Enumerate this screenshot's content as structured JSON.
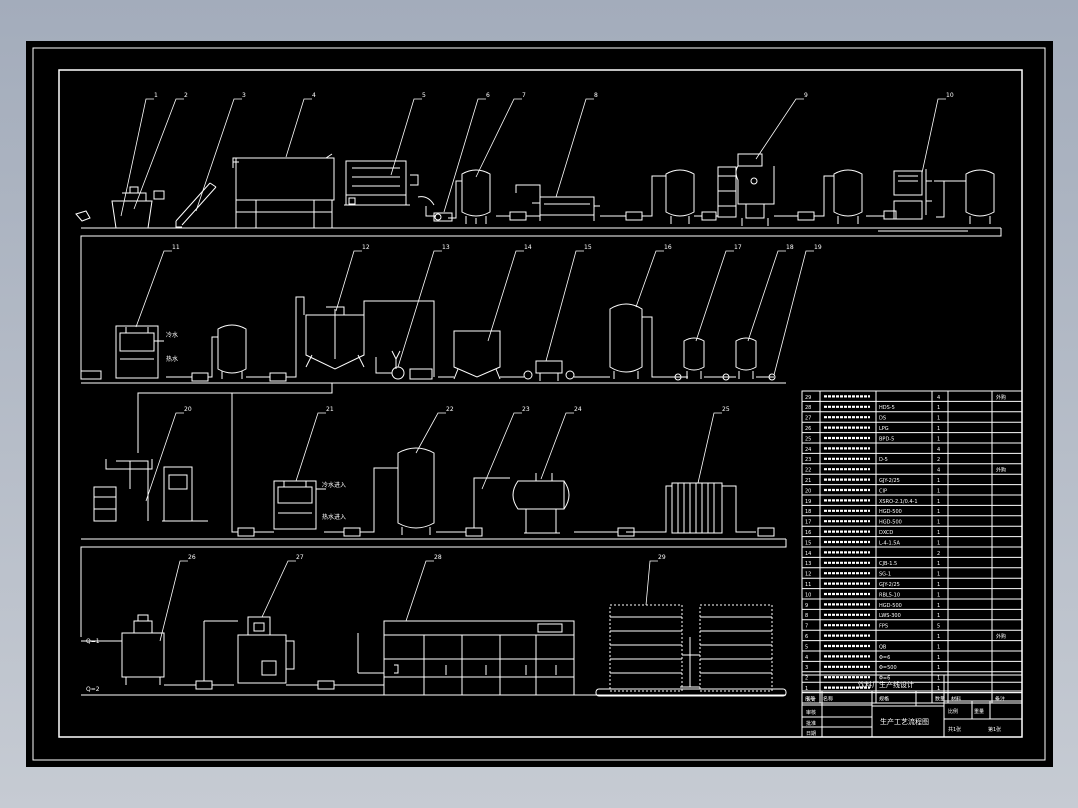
{
  "diagram": {
    "sheet_color": "#000000",
    "line_color": "#ffffff",
    "stage_rows": [
      {
        "row": 1,
        "callouts": [
          "1",
          "2",
          "3",
          "4",
          "5",
          "6",
          "7",
          "8",
          "9",
          "10"
        ]
      },
      {
        "row": 2,
        "callouts": [
          "11",
          "12",
          "13",
          "14",
          "15",
          "16",
          "17",
          "18",
          "19"
        ]
      },
      {
        "row": 3,
        "callouts": [
          "20",
          "21",
          "22",
          "23",
          "24",
          "25"
        ]
      },
      {
        "row": 4,
        "callouts": [
          "26",
          "27",
          "28",
          "29"
        ]
      }
    ],
    "flow_labels": [
      "冷水",
      "热水",
      "冷水进入",
      "热水进入",
      "Q=1",
      "Q=2"
    ]
  },
  "parts_list": {
    "columns": [
      "序号",
      "名称",
      "规格",
      "数量",
      "材料",
      "备注"
    ],
    "rows": [
      {
        "no": "29",
        "qty": "4",
        "note": "外购"
      },
      {
        "no": "28",
        "model": "HDS-5",
        "qty": "1"
      },
      {
        "no": "27",
        "model": "DS",
        "qty": "1"
      },
      {
        "no": "26",
        "model": "LPG",
        "qty": "1"
      },
      {
        "no": "25",
        "model": "BPD-5",
        "qty": "1"
      },
      {
        "no": "24",
        "qty": "4"
      },
      {
        "no": "23",
        "model": "D-5",
        "qty": "2"
      },
      {
        "no": "22",
        "qty": "4",
        "note": "外购"
      },
      {
        "no": "21",
        "model": "GJY-2/25",
        "qty": "1"
      },
      {
        "no": "20",
        "model": "CIP",
        "qty": "1"
      },
      {
        "no": "19",
        "model": "XSRO-2.1/0.4-1",
        "qty": "1"
      },
      {
        "no": "18",
        "model": "HGD-500",
        "qty": "1"
      },
      {
        "no": "17",
        "model": "HGD-500",
        "qty": "1"
      },
      {
        "no": "16",
        "model": "DXCD",
        "qty": "1"
      },
      {
        "no": "15",
        "model": "L-4-1.5A",
        "qty": "1"
      },
      {
        "no": "14",
        "qty": "2"
      },
      {
        "no": "13",
        "model": "CJB-1.5",
        "qty": "1"
      },
      {
        "no": "12",
        "model": "SG-1",
        "qty": "1"
      },
      {
        "no": "11",
        "model": "GJY-2/25",
        "qty": "1"
      },
      {
        "no": "10",
        "model": "RBL5-10",
        "qty": "1"
      },
      {
        "no": "9",
        "model": "HGD-500",
        "qty": "1"
      },
      {
        "no": "8",
        "model": "LWS-300",
        "qty": "1"
      },
      {
        "no": "7",
        "model": "FPS",
        "qty": "5"
      },
      {
        "no": "6",
        "qty": "1",
        "note": "外购"
      },
      {
        "no": "5",
        "model": "QB",
        "qty": "1"
      },
      {
        "no": "4",
        "model": "Φ=6",
        "qty": "1"
      },
      {
        "no": "3",
        "model": "Φ=500",
        "qty": "1"
      },
      {
        "no": "2",
        "model": "Φ=6",
        "qty": "1"
      },
      {
        "no": "1",
        "qty": "1"
      }
    ]
  },
  "title_block": {
    "project": "饮料厂生产线设计",
    "drawing_name": "生产工艺流程图",
    "designer_label": "设计",
    "checker_label": "审核",
    "approver_label": "批准",
    "date_label": "日期",
    "scale_label": "比例",
    "sheet_label": "共1张",
    "sheet_no": "第1张",
    "weight_label": "重量"
  }
}
